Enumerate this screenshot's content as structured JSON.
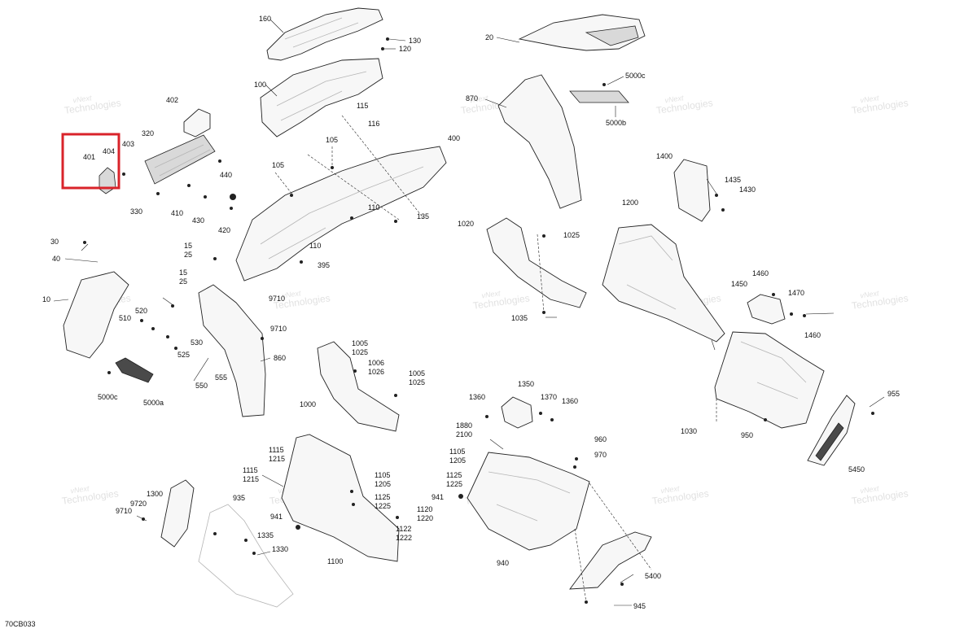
{
  "diagram": {
    "code": "70CB033",
    "watermark": {
      "line1": "vNext",
      "line2": "Technologies"
    },
    "highlight_color": "#d9232a",
    "callouts": [
      "160",
      "130",
      "120",
      "100",
      "20",
      "5000c",
      "870",
      "5000b",
      "402",
      "320",
      "403",
      "404",
      "401",
      "330",
      "115",
      "116",
      "105",
      "105",
      "440",
      "410",
      "430",
      "420",
      "400",
      "110",
      "135",
      "1020",
      "1025",
      "1200",
      "1400",
      "1435",
      "1430",
      "30",
      "40",
      "15",
      "25",
      "110",
      "395",
      "9710",
      "15",
      "25",
      "10",
      "510",
      "520",
      "530",
      "525",
      "550",
      "555",
      "9710",
      "860",
      "1035",
      "1460",
      "1450",
      "1470",
      "1460",
      "5000c",
      "5000a",
      "1005",
      "1025",
      "1006",
      "1026",
      "1005",
      "1025",
      "1000",
      "1350",
      "1360",
      "1370",
      "1360",
      "1880",
      "2100",
      "955",
      "1030",
      "950",
      "960",
      "970",
      "1105",
      "1205",
      "1125",
      "1225",
      "5450",
      "1115",
      "1215",
      "1115",
      "1215",
      "1105",
      "1205",
      "1125",
      "1225",
      "1120",
      "1220",
      "1122",
      "1222",
      "941",
      "941",
      "1300",
      "9720",
      "9710",
      "935",
      "1335",
      "1330",
      "1100",
      "940",
      "5400",
      "945"
    ]
  }
}
